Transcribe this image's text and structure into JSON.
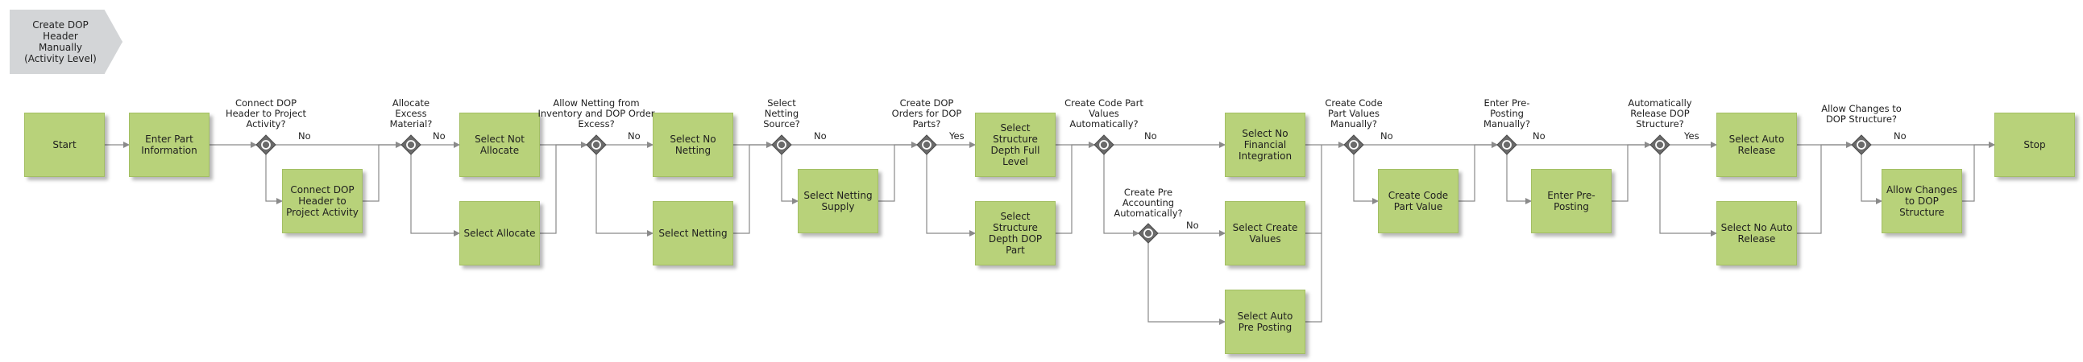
{
  "title": "Create DOP Header Manually (Activity Level)",
  "nodes": {
    "start": "Start",
    "enter_part_information": "Enter Part Information",
    "connect_dop_header": "Connect DOP Header to Project Activity",
    "select_not_allocate": "Select Not Allocate",
    "select_allocate": "Select Allocate",
    "select_no_netting": "Select No Netting",
    "select_netting": "Select Netting",
    "select_netting_supply": "Select Netting Supply",
    "select_structure_depth_full_level": "Select Structure Depth Full Level",
    "select_structure_depth_dop_part": "Select Structure Depth DOP Part",
    "select_no_financial_integration": "Select No Financial Integration",
    "select_create_values": "Select Create Values",
    "select_auto_pre_posting": "Select Auto Pre Posting",
    "create_code_part_value": "Create Code Part Value",
    "enter_pre_posting": "Enter Pre-Posting",
    "select_auto_release": "Select Auto Release",
    "select_no_auto_release": "Select No Auto Release",
    "allow_changes_to_dop_structure": "Allow Changes to DOP Structure",
    "stop": "Stop"
  },
  "gateways": {
    "g_connect": "Connect DOP Header to Project Activity?",
    "g_allocate": "Allocate Excess Material?",
    "g_netting": "Allow Netting from Inventory and DOP Order Excess?",
    "g_source": "Select Netting Source?",
    "g_orders": "Create DOP Orders for DOP Parts?",
    "g_codeauto": "Create Code Part Values Automatically?",
    "g_preacc": "Create Pre Accounting Automatically?",
    "g_codeman": "Create Code Part Values Manually?",
    "g_prepost": "Enter Pre-Posting Manually?",
    "g_release": "Automatically Release DOP Structure?",
    "g_changes": "Allow Changes to DOP Structure?"
  },
  "edge_labels": {
    "connect_no": "No",
    "allocate_no": "No",
    "netting_no": "No",
    "source_no": "No",
    "orders_yes": "Yes",
    "codeauto_no": "No",
    "preacc_no": "No",
    "codeman_no": "No",
    "prepost_no": "No",
    "release_yes": "Yes",
    "changes_no": "No"
  },
  "colors": {
    "activity_fill": "#b8d27a",
    "activity_border": "#a3bf63",
    "gateway_fill": "#6b6b6b",
    "title_fill": "#d3d5d7",
    "connector": "#8a8a8a"
  }
}
